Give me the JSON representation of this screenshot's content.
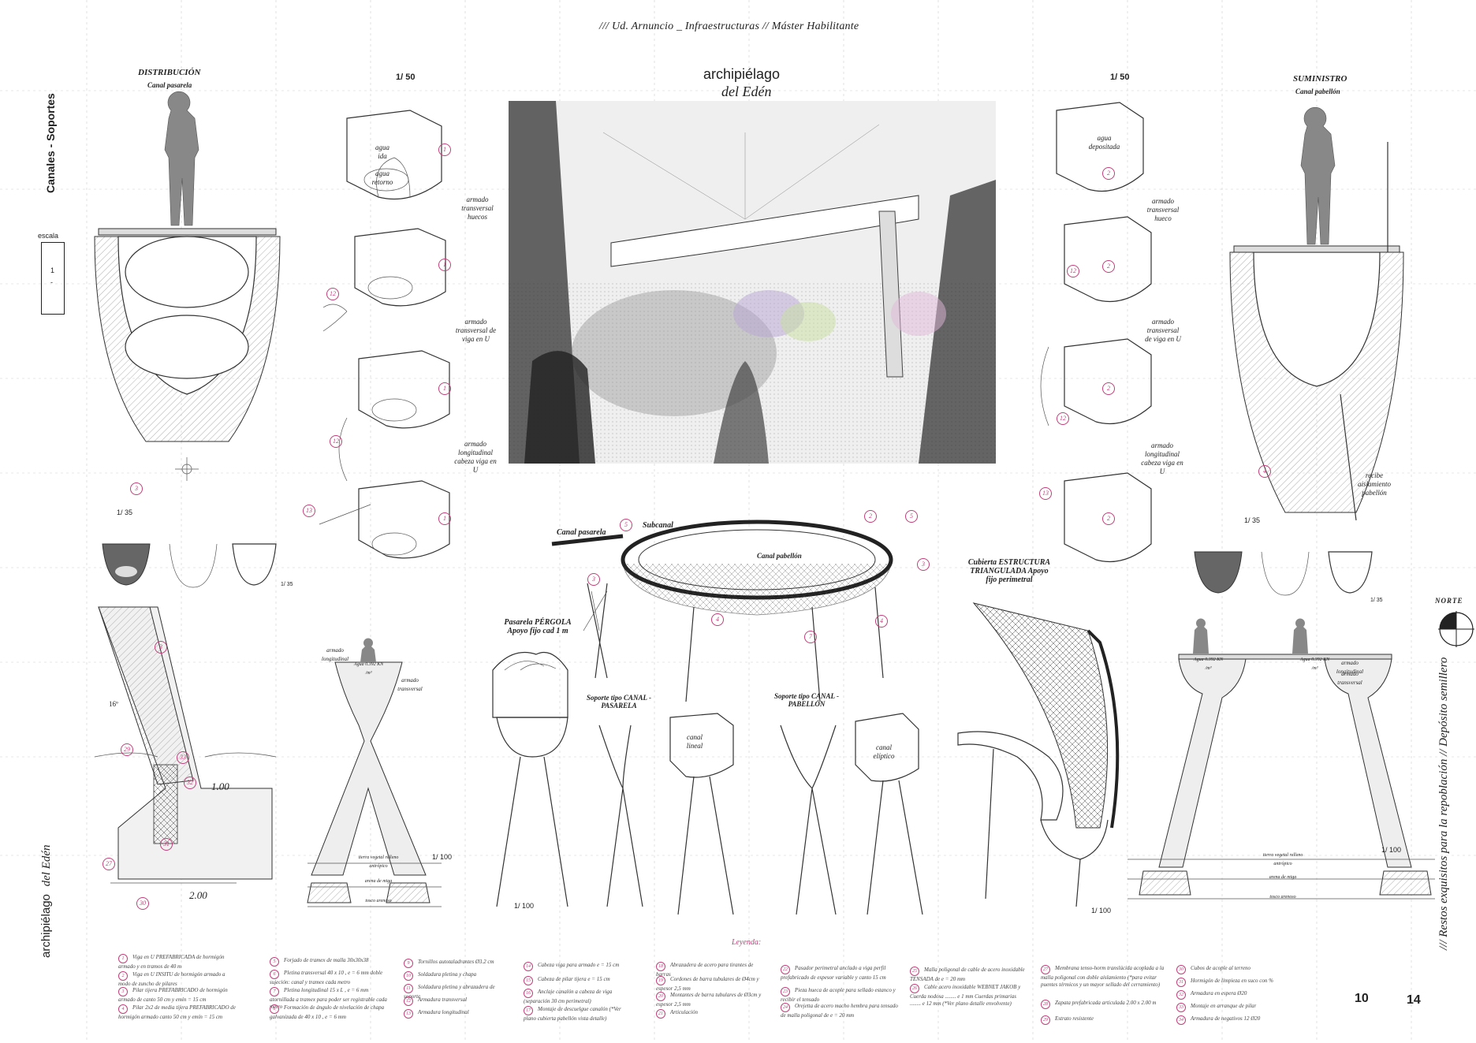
{
  "header": "/// Ud. Arnuncio _ Infraestructuras // Máster Habilitante",
  "brand": {
    "title": "archipiélago",
    "subtitle": "del Edén"
  },
  "left_vertical": {
    "section": "Canales - Soportes",
    "brand_title": "archipiélago",
    "brand_subtitle": "del Edén",
    "scale_label": "escala",
    "scale_value": "1",
    "scale_dash": "-"
  },
  "right_vertical": "/// Restos exquisitos para la repoblación // Depósito semillero",
  "north_label": "NORTE",
  "distribucion": {
    "title": "DISTRIBUCIÓN",
    "subtitle": "Canal pasarela",
    "scale": "1/ 35",
    "scale_small": "1/ 35"
  },
  "suministro": {
    "title": "SUMINISTRO",
    "subtitle": "Canal pabellón",
    "scale": "1/ 35",
    "scale_small": "1/ 35",
    "note": "recibe aislamiento pabellón"
  },
  "left_column": {
    "scale": "1/ 50",
    "items": [
      {
        "label_1": "agua ida",
        "label_2": "agua retorno"
      },
      {
        "label": "armado transversal huecos"
      },
      {
        "label": "armado transversal de viga en U"
      },
      {
        "label": "armado longitudinal cabeza viga en U"
      }
    ]
  },
  "right_column": {
    "scale": "1/ 50",
    "items": [
      {
        "label": "agua depositada"
      },
      {
        "label": "armado transversal hueco"
      },
      {
        "label": "armado transversal de viga en U"
      },
      {
        "label": "armado longitudinal cabeza viga en U"
      }
    ]
  },
  "center": {
    "canal_pasarela": "Canal pasarela",
    "subcanal": "Subcanal",
    "canal_pabellon": "Canal pabellón",
    "pasarela_title": "Pasarela PÉRGOLA Apoyo fijo cad 1 m",
    "cubierta_title": "Cubierta ESTRUCTURA TRIANGULADA Apoyo fijo perimetral",
    "soporte_pasarela": "Soporte tipo CANAL - PASARELA",
    "soporte_pabellon": "Soporte tipo CANAL - PABELLÓN",
    "canal_lineal": "canal lineal",
    "canal_eliptico": "canal elíptico",
    "scale": "1/ 100",
    "scale_right": "1/ 100"
  },
  "foundation": {
    "dim_1": "1.00",
    "dim_2": "2.00",
    "angle": "16º"
  },
  "detail_1": {
    "label_1": "armado longitudinal",
    "label_2": "armado transversal",
    "water": "Agua 0.392 KN /m³",
    "layer_1": "tierra vegetal relleno antrópico",
    "layer_2": "arena de miga",
    "layer_3": "tosco arenoso",
    "scale": "1/ 100"
  },
  "detail_2": {
    "label_1": "armado longitudinal",
    "label_2": "armado transversal",
    "water_1": "Agua 0.392 KN /m³",
    "water_2": "Agua 0.392 KN /m³",
    "layer_1": "tierra vegetal relleno antrópico",
    "layer_2": "arena de miga",
    "layer_3": "tosco arenoso",
    "scale": "1/ 100"
  },
  "legend": {
    "title": "Leyenda:",
    "items": [
      {
        "n": "1",
        "text": "Viga en U PREFABRICADA de hormigón armado y en tramos de 40 m"
      },
      {
        "n": "2",
        "text": "Viga en U INSITU de hormigón armado a modo de zuncho de pilares"
      },
      {
        "n": "3",
        "text": "Pilar tijera PREFABRICADO de hormigón armado de canto 50 cm y emín = 15 cm"
      },
      {
        "n": "4",
        "text": "Pilar 2x2 de media tijera PREFABRICADO de hormigón armado canto 50 cm y emín = 15 cm"
      },
      {
        "n": "5",
        "text": "Forjado de tramex de malla 30x30x38"
      },
      {
        "n": "6",
        "text": "Pletina transversal 40 x 10 , e = 6 mm doble sujeción: canal y tramex cada metro"
      },
      {
        "n": "7",
        "text": "Pletina longitudinal 15 x L , e = 6 mm atornillada a tramex para poder ser registrable cada metro"
      },
      {
        "n": "8",
        "text": "Formación de ángulo de nivelación de chapa galvanizada de 40 x 10 , e = 6 mm"
      },
      {
        "n": "9",
        "text": "Tornillos autotaladrantes Ø3.2 cm"
      },
      {
        "n": "10",
        "text": "Soldadura pletina y chapa"
      },
      {
        "n": "11",
        "text": "Soldadura pletina y abrazadera de soporte"
      },
      {
        "n": "12",
        "text": "Armadura transversal"
      },
      {
        "n": "13",
        "text": "Armadura longitudinal"
      },
      {
        "n": "14",
        "text": "Cabeza viga para armado e = 15 cm"
      },
      {
        "n": "15",
        "text": "Cabeza de pilar tijera e = 15 cm"
      },
      {
        "n": "16",
        "text": "Anclaje canalón a cabeza de viga (separación 30 cm perimetral)"
      },
      {
        "n": "17",
        "text": "Montaje de descuelgue canalón (*Ver plano cubierta pabellón vista detalle)"
      },
      {
        "n": "18",
        "text": "Abrazadera de acero para tirantes de barras"
      },
      {
        "n": "19",
        "text": "Cordones de barra tubulares de Ø4cm y espesor 2,5 mm"
      },
      {
        "n": "20",
        "text": "Montantes de barra tubulares de Ø3cm y espesor 2,5 mm"
      },
      {
        "n": "21",
        "text": "Articulación"
      },
      {
        "n": "22",
        "text": "Pasador perimetral anclado a viga perfil prefabricado de espesor variable y canto 15 cm"
      },
      {
        "n": "23",
        "text": "Pieza hueca de acople para sellado estanco y recibir el tensado"
      },
      {
        "n": "24",
        "text": "Orejetta de acero macho hembra para tensado de malla poligonal de e = 20 mm"
      },
      {
        "n": "25",
        "text": "Malla poligonal de cable de acero inoxidable TENSADA de e = 20 mm"
      },
      {
        "n": "26",
        "text": "Cable acero inoxidable WEBNET JAKOB y Cuerda nodosa ........ e 1 mm Cuerdas primarias ........ e 12 mm (*Ver plano detalle envolvente)"
      },
      {
        "n": "27",
        "text": "Membrana tenso-horm translúcida acoplada a la malla poligonal con doble aislamiento (*para evitar puentes térmicos y un mayor sellado del cerramiento)"
      },
      {
        "n": "28",
        "text": "Zapata prefabricada articulada 2.00 x 2.00 m"
      },
      {
        "n": "29",
        "text": "Estrato resistente"
      },
      {
        "n": "30",
        "text": "Cubos de acople al terreno"
      },
      {
        "n": "31",
        "text": "Hormigón de limpieza en suco con %"
      },
      {
        "n": "32",
        "text": "Armadura en espera Ø20"
      },
      {
        "n": "33",
        "text": "Montaje en arranque de pilar"
      },
      {
        "n": "34",
        "text": "Armadura de negativos 12 Ø20"
      }
    ]
  },
  "page_numbers": {
    "left": "10",
    "right": "14"
  },
  "colors": {
    "accent": "#c2407a",
    "ink": "#222222",
    "hatch": "#888888"
  }
}
